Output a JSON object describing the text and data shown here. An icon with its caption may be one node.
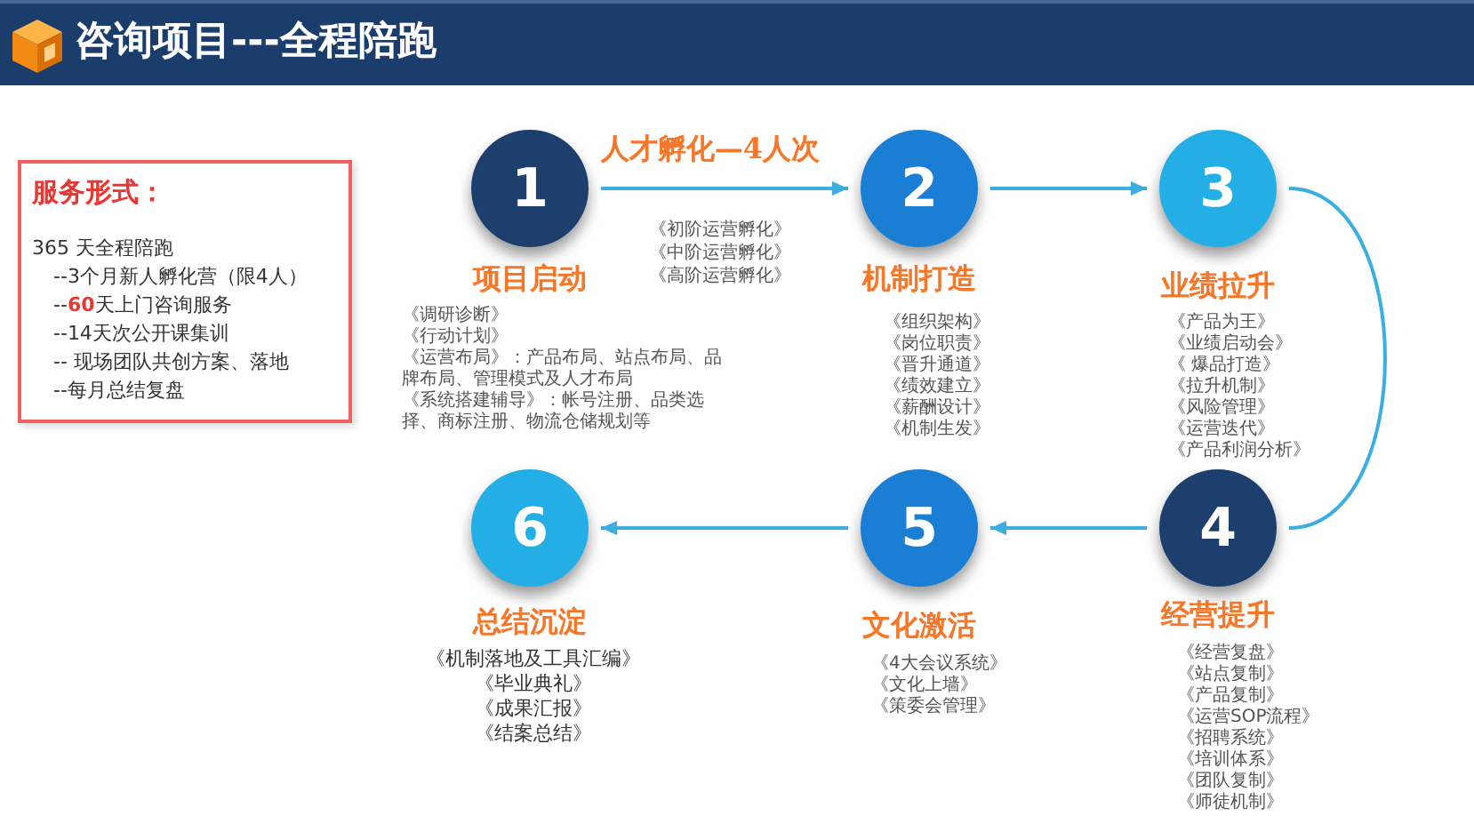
{
  "diagram": {
    "title": "咨询项目---全程陪跑",
    "nodes": [
      {
        "text": [
          "服务形式：",
          "365 天全程陪跑",
          "--3个月新人孵化营（限4人）",
          "--**60**天上门咨询服务",
          "--14天次公开课集训",
          "-- 现场团队共创方案、落地",
          "--每月总结复盘"
        ]
      },
      {
        "text": [
          "1",
          "项目启动"
        ],
        "beside": [
          "《调研诊断》",
          "《行动计划》",
          "《运营布局》：产品布局、站点布局、品牌布局、管理模式及人才布局",
          "《系统搭建辅导》：帐号注册、品类选择、商标注册、物流仓储规划等"
        ]
      },
      {
        "text": [
          "2",
          "机制打造"
        ],
        "beside": [
          "《组织架构》",
          "《岗位职责》",
          "《晋升通道》",
          "《绩效建立》",
          "《薪酬设计》",
          "《机制生发》"
        ]
      },
      {
        "text": [
          "3",
          "业绩拉升"
        ],
        "beside": [
          "《产品为王》",
          "《业绩启动会》",
          "《 爆品打造》",
          "《拉升机制》",
          "《风险管理》",
          "《运营迭代》",
          "《产品利润分析》"
        ]
      },
      {
        "text": [
          "4",
          "经营提升"
        ],
        "beside": [
          "《经营复盘》",
          "《站点复制》",
          "《产品复制》",
          "《运营SOP流程》",
          "《招聘系统》",
          "《培训体系》",
          "《团队复制》",
          "《师徒机制》"
        ]
      },
      {
        "text": [
          "5",
          "文化激活"
        ],
        "beside": [
          "《4大会议系统》",
          "《文化上墙》",
          "《策委会管理》"
        ]
      },
      {
        "text": [
          "6",
          "总结沉淀"
        ],
        "beside": [
          "《机制落地及工具汇编》",
          "《毕业典礼》",
          "《成果汇报》",
          "《结案总结》"
        ]
      }
    ],
    "edges": [
      {
        "from": 1,
        "to": 2,
        "arrow": "to",
        "label": "人才孵化—4人次"
      },
      {
        "from": 2,
        "to": 3,
        "arrow": "to"
      },
      {
        "from": 3,
        "to": 4,
        "arrow": "none"
      },
      {
        "from": 4,
        "to": 5,
        "arrow": "to"
      },
      {
        "from": 5,
        "to": 6,
        "arrow": "to"
      }
    ],
    "labels": [
      "《初阶运营孵化》",
      "《中阶运营孵化》",
      "《高阶运营孵化》"
    ]
  }
}
